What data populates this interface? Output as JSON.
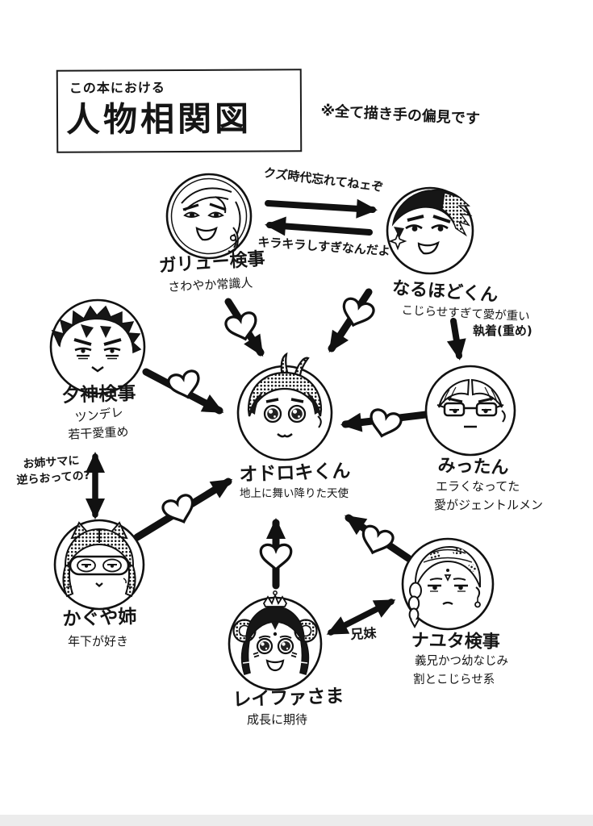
{
  "palette": {
    "ink": "#111111",
    "paper": "#ffffff",
    "page_edge": "#ececec"
  },
  "title": {
    "supertitle": "この本における",
    "main": "人物相関図"
  },
  "disclaimer": "※全て描き手の偏見です",
  "icons": {
    "heart": "♡",
    "sparkle": "✦",
    "arrow": "➤"
  },
  "characters": [
    {
      "id": "garyu",
      "name": "ガリュー検事",
      "traits": [
        "さわやか常識人"
      ]
    },
    {
      "id": "naruhodo",
      "name": "なるほどくん",
      "traits": [
        "こじらせすぎて愛が重い"
      ]
    },
    {
      "id": "mitsurugi",
      "name": "みったん",
      "traits": [
        "エラくなってた",
        "愛がジェントルメン"
      ]
    },
    {
      "id": "odoroki",
      "name": "オドロキくん",
      "traits": [
        "地上に舞い降りた天使"
      ]
    },
    {
      "id": "yugami",
      "name": "夕神検事",
      "traits": [
        "ツンデレ",
        "若干愛重め"
      ]
    },
    {
      "id": "kaguya",
      "name": "かぐや姉",
      "traits": [
        "年下が好き"
      ]
    },
    {
      "id": "rayfa",
      "name": "レイファさま",
      "traits": [
        "成長に期待"
      ]
    },
    {
      "id": "nayuta",
      "name": "ナユタ検事",
      "traits": [
        "義兄かつ幼なじみ",
        "割とこじらせ系"
      ]
    }
  ],
  "edges": [
    {
      "from": "garyu",
      "to": "naruhodo",
      "label": "クズ時代忘れてねェぞ"
    },
    {
      "from": "naruhodo",
      "to": "garyu",
      "label": "キラキラしすぎなんだよ"
    },
    {
      "from": "garyu",
      "to": "odoroki",
      "heart": true
    },
    {
      "from": "naruhodo",
      "to": "odoroki",
      "heart": true
    },
    {
      "from": "naruhodo",
      "to": "mitsurugi",
      "label": "執着(重め)"
    },
    {
      "from": "yugami",
      "to": "odoroki",
      "heart": true
    },
    {
      "from": "mitsurugi",
      "to": "odoroki",
      "heart": true
    },
    {
      "from": "yugami",
      "to": "kaguya",
      "bidirectional": true,
      "label_line1": "お姉サマに",
      "label_line2": "逆らおっての?"
    },
    {
      "from": "kaguya",
      "to": "odoroki",
      "heart": true
    },
    {
      "from": "rayfa",
      "to": "odoroki",
      "heart": true
    },
    {
      "from": "nayuta",
      "to": "odoroki",
      "heart": true
    },
    {
      "from": "rayfa",
      "to": "nayuta",
      "bidirectional": true,
      "label": "兄妹"
    }
  ]
}
